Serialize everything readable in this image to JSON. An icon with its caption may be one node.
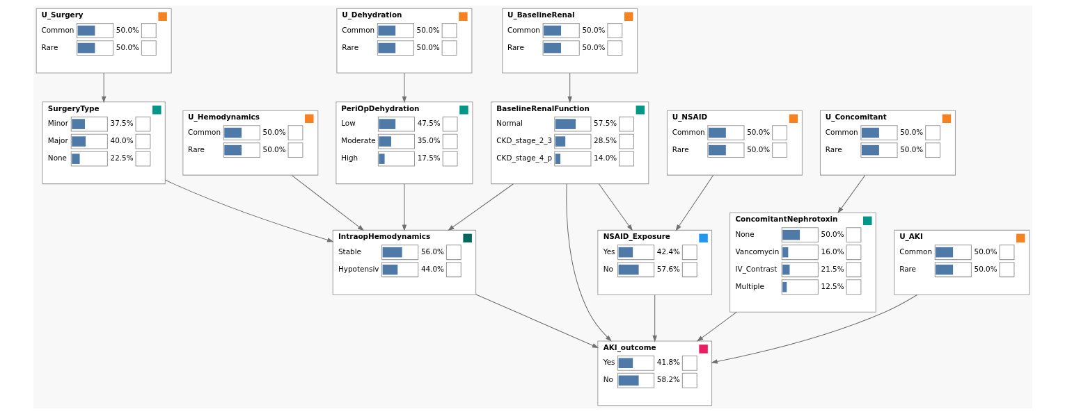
{
  "diagram": {
    "nodes": [
      {
        "text": [
          "U_BaselineRenal",
          "Common",
          "50.0%",
          "Rare",
          "50.0%"
        ]
      },
      {
        "text": [
          "U_Surgery",
          "Common",
          "50.0%",
          "Rare",
          "50.0%"
        ]
      },
      {
        "text": [
          "U_Dehydration",
          "Common",
          "50.0%",
          "Rare",
          "50.0%"
        ]
      },
      {
        "text": [
          "U_Concomitant",
          "Common",
          "50.0%",
          "Rare",
          "50.0%"
        ]
      },
      {
        "text": [
          "U_NSAID",
          "Common",
          "50.0%",
          "Rare",
          "50.0%"
        ]
      },
      {
        "text": [
          "BaselineRenalFunction",
          "Normal",
          "57.5%",
          "CKD_stage_2_3",
          "28.5%",
          "CKD_stage_4_p",
          "14.0%"
        ]
      },
      {
        "text": [
          "SurgeryType",
          "Minor",
          "37.5%",
          "Major",
          "40.0%",
          "None",
          "22.5%"
        ]
      },
      {
        "text": [
          "U_Hemodynamics",
          "Common",
          "50.0%",
          "Rare",
          "50.0%"
        ]
      },
      {
        "text": [
          "PeriOpDehydration",
          "Low",
          "47.5%",
          "Moderate",
          "35.0%",
          "High",
          "17.5%"
        ]
      },
      {
        "text": [
          "ConcomitantNephrotoxin",
          "None",
          "50.0%",
          "Vancomycin",
          "16.0%",
          "IV_Contrast",
          "21.5%",
          "Multiple",
          "12.5%"
        ]
      },
      {
        "text": [
          "NSAID_Exposure",
          "Yes",
          "42.4%",
          "No",
          "57.6%"
        ]
      },
      {
        "text": [
          "U_AKI",
          "Common",
          "50.0%",
          "Rare",
          "50.0%"
        ]
      },
      {
        "text": [
          "IntraopHemodynamics",
          "Stable",
          "56.0%",
          "Hypotensiv",
          "44.0%"
        ]
      },
      {
        "text": [
          "AKI_outcome",
          "Yes",
          "41.8%",
          "No",
          "58.2%"
        ]
      }
    ],
    "edges": [
      {
        "from": 0,
        "to": 5,
        "arrow": "to"
      },
      {
        "from": 1,
        "to": 6,
        "arrow": "to"
      },
      {
        "from": 2,
        "to": 8,
        "arrow": "to"
      },
      {
        "from": 3,
        "to": 9,
        "arrow": "to"
      },
      {
        "from": 4,
        "to": 10,
        "arrow": "to"
      },
      {
        "from": 5,
        "to": 10,
        "arrow": "to"
      },
      {
        "from": 5,
        "to": 13,
        "arrow": "to"
      },
      {
        "from": 5,
        "to": 12,
        "arrow": "to"
      },
      {
        "from": 6,
        "to": 12,
        "arrow": "to"
      },
      {
        "from": 7,
        "to": 12,
        "arrow": "to"
      },
      {
        "from": 8,
        "to": 12,
        "arrow": "to"
      },
      {
        "from": 9,
        "to": 13,
        "arrow": "to"
      },
      {
        "from": 10,
        "to": 13,
        "arrow": "to"
      },
      {
        "from": 11,
        "to": 13,
        "arrow": "to"
      },
      {
        "from": 12,
        "to": 13,
        "arrow": "to"
      }
    ]
  }
}
